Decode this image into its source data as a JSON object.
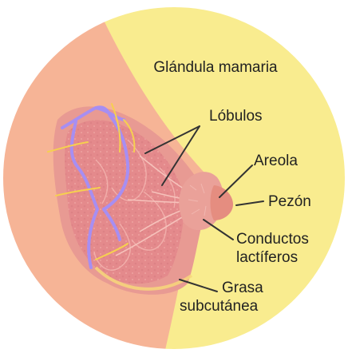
{
  "labels": {
    "gland": "Glándula mamaria",
    "lobules": "Lóbulos",
    "areola": "Areola",
    "nipple": "Pezón",
    "ducts_line1": "Conductos",
    "ducts_line2": "lactíferos",
    "fat_line1": "Grasa",
    "fat_line2": "subcutánea"
  },
  "colors": {
    "background_yellow": "#f9ec8f",
    "skin_peach": "#f6b496",
    "breast_tissue": "#e89a93",
    "lobule_fill": "#e48a8c",
    "areola": "#eaa199",
    "nipple": "#e58d80",
    "vein_blue": "#a78ef2",
    "nerve_yellow": "#f6d04f",
    "leader_line": "#333333"
  }
}
